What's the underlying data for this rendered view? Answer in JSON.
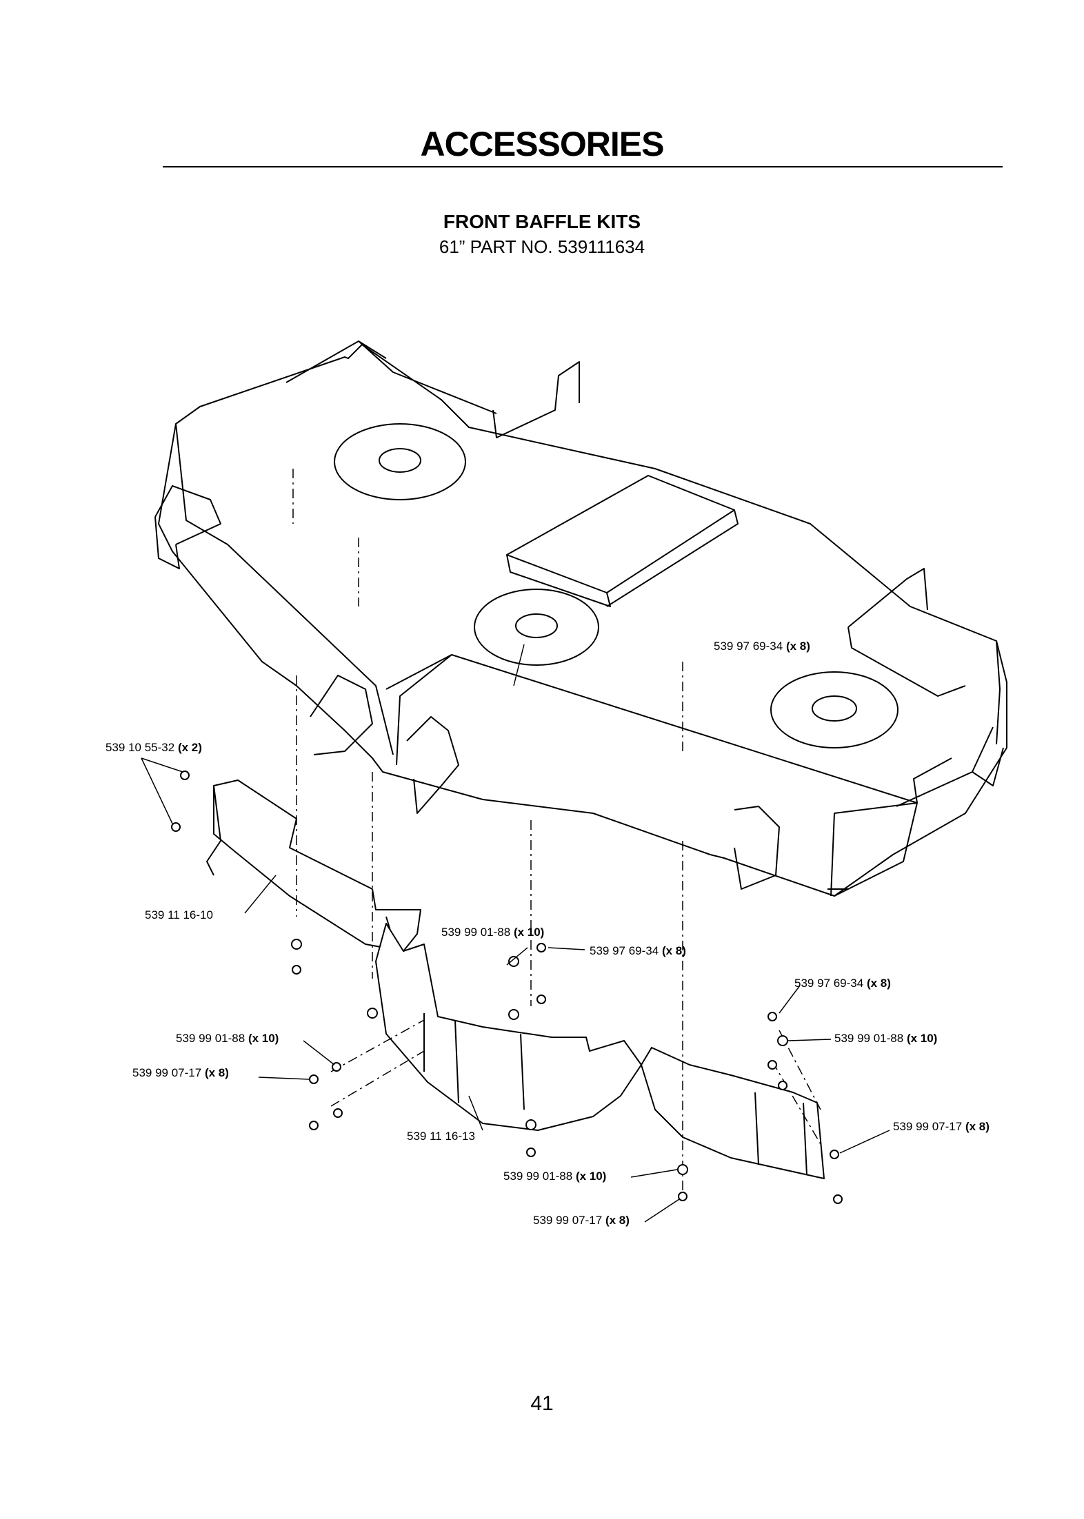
{
  "page": {
    "title": "ACCESSORIES",
    "subtitle": "FRONT BAFFLE KITS",
    "part_number": "61” PART NO. 539111634",
    "page_number": "41"
  },
  "callouts": [
    {
      "part": "539 10 55-32",
      "qty": "(x 2)"
    },
    {
      "part": "539 11 16-10",
      "qty": ""
    },
    {
      "part": "539 97 69-34",
      "qty": "(x 8)"
    },
    {
      "part": "539 99 01-88",
      "qty": "(x 10)"
    },
    {
      "part": "539 97 69-34",
      "qty": "(x 8)"
    },
    {
      "part": "539 97 69-34",
      "qty": "(x 8)"
    },
    {
      "part": "539 99 01-88",
      "qty": "(x 10)"
    },
    {
      "part": "539 99 01-88",
      "qty": "(x 10)"
    },
    {
      "part": "539 99 07-17",
      "qty": "(x 8)"
    },
    {
      "part": "539 99 07-17",
      "qty": "(x 8)"
    },
    {
      "part": "539 11 16-13",
      "qty": ""
    },
    {
      "part": "539 99 01-88",
      "qty": "(x 10)"
    },
    {
      "part": "539 99 07-17",
      "qty": "(x 8)"
    }
  ]
}
